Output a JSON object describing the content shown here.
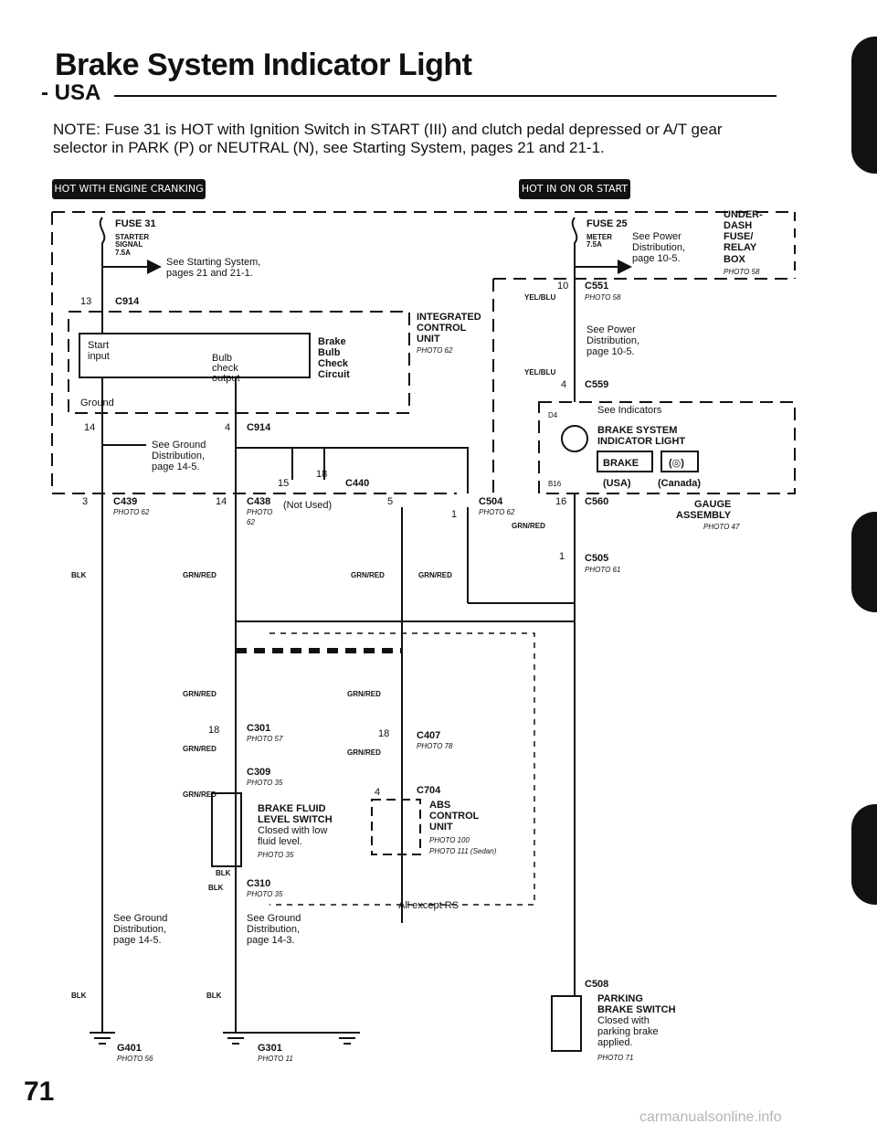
{
  "page": {
    "title": "Brake System Indicator Light",
    "subtitle": "USA",
    "subtitle_dash": "-",
    "note": "NOTE: Fuse 31 is HOT with Ignition Switch in START (III) and clutch pedal depressed or A/T gear selector in PARK (P) or NEUTRAL (N), see Starting System, pages 21 and 21-1.",
    "page_number": "71",
    "watermark": "carmanualsonline.info"
  },
  "banners": {
    "left": "HOT WITH ENGINE CRANKING",
    "right": "HOT IN ON OR START"
  },
  "underdash": {
    "box_label": "UNDER-DASH FUSE/ RELAY BOX",
    "box_label_lines": [
      "UNDER-",
      "DASH",
      "FUSE/",
      "RELAY",
      "BOX"
    ],
    "photo": "PHOTO 58",
    "fuse31": {
      "label": "FUSE 31",
      "sub1": "STARTER",
      "sub2": "SIGNAL",
      "amps": "7.5A",
      "ref1": "See Starting System,",
      "ref2": "pages 21 and 21-1."
    },
    "fuse25": {
      "label": "FUSE 25",
      "sub1": "METER",
      "amps": "7.5A",
      "ref1": "See Power",
      "ref2": "Distribution,",
      "ref3": "page 10-5."
    }
  },
  "icu": {
    "label_lines": [
      "INTEGRATED",
      "CONTROL",
      "UNIT"
    ],
    "photo": "PHOTO 62",
    "start_input": [
      "Start",
      "input"
    ],
    "bulb_check_output": [
      "Bulb",
      "check",
      "output"
    ],
    "brake_bulb_check": [
      "Brake",
      "Bulb",
      "Check",
      "Circuit"
    ],
    "ground": "Ground",
    "ground_ref": [
      "See Ground",
      "Distribution,",
      "page 14-5."
    ]
  },
  "connectors": {
    "c914_top": {
      "pin": "13",
      "name": "C914"
    },
    "c914_bottom": {
      "pin1": "14",
      "pin2": "4",
      "name": "C914"
    },
    "c440": {
      "pin1": "15",
      "pin2": "18",
      "name": "C440"
    },
    "c439": {
      "pin": "3",
      "name": "C439",
      "photo": "PHOTO 62"
    },
    "c438": {
      "pin": "14",
      "name": "C438",
      "photo": "PHOTO",
      "photo2": "62",
      "note": "(Not Used)"
    },
    "c504": {
      "pin5": "5",
      "pin1": "1",
      "name": "C504",
      "photo": "PHOTO 62"
    },
    "c551": {
      "pin": "10",
      "name": "C551",
      "photo": "PHOTO 58"
    },
    "c559": {
      "pin": "4",
      "name": "C559"
    },
    "c560": {
      "pin": "16",
      "name": "C560"
    },
    "c505": {
      "pin": "1",
      "name": "C505",
      "photo": "PHOTO 61"
    },
    "c301": {
      "pin": "18",
      "name": "C301",
      "photo": "PHOTO 57"
    },
    "c309": {
      "name": "C309",
      "photo": "PHOTO 35"
    },
    "c310": {
      "name": "C310",
      "photo": "PHOTO 35"
    },
    "c407": {
      "pin": "18",
      "name": "C407",
      "photo": "PHOTO 78"
    },
    "c704": {
      "pin": "4",
      "name": "C704"
    },
    "c508": {
      "name": "C508"
    }
  },
  "power_ref": [
    "See Power",
    "Distribution,",
    "page 10-5."
  ],
  "indicators": {
    "ref": "See Indicators",
    "d4": "D4",
    "b16": "B16",
    "label_lines": [
      "BRAKE SYSTEM",
      "INDICATOR LIGHT"
    ],
    "usa_badge": "BRAKE",
    "canada_badge": "(◎)",
    "usa": "(USA)",
    "canada": "(Canada)"
  },
  "gauge": {
    "label_lines": [
      "GAUGE",
      "ASSEMBLY"
    ],
    "photo": "PHOTO 47"
  },
  "wires": {
    "yel_blu": "YEL/BLU",
    "grn_red": "GRN/RED",
    "blk": "BLK"
  },
  "fluid_switch": {
    "label_lines": [
      "BRAKE FLUID",
      "LEVEL SWITCH"
    ],
    "desc": [
      "Closed with low",
      "fluid level."
    ],
    "photo": "PHOTO 35"
  },
  "abs": {
    "label_lines": [
      "ABS",
      "CONTROL",
      "UNIT"
    ],
    "photo1": "PHOTO 100",
    "photo2": "PHOTO 111 (Sedan)",
    "note": "All except RS"
  },
  "parking_switch": {
    "label_lines": [
      "PARKING",
      "BRAKE SWITCH"
    ],
    "desc": [
      "Closed with",
      "parking brake",
      "applied."
    ],
    "photo": "PHOTO 71"
  },
  "grounds": {
    "ref_left": [
      "See Ground",
      "Distribution,",
      "page 14-5."
    ],
    "ref_mid": [
      "See Ground",
      "Distribution,",
      "page 14-3."
    ],
    "g401": {
      "name": "G401",
      "photo": "PHOTO 56"
    },
    "g301": {
      "name": "G301",
      "photo": "PHOTO 11"
    }
  }
}
